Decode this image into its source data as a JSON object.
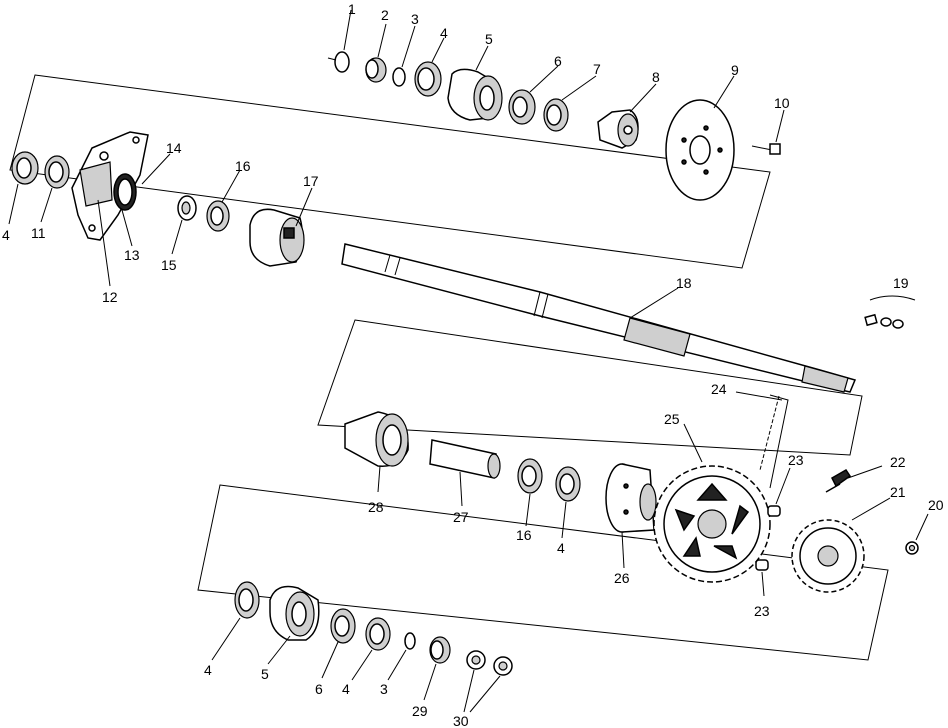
{
  "callouts": [
    {
      "id": "c1",
      "text": "1"
    },
    {
      "id": "c2",
      "text": "2"
    },
    {
      "id": "c3a",
      "text": "3"
    },
    {
      "id": "c4a",
      "text": "4"
    },
    {
      "id": "c5a",
      "text": "5"
    },
    {
      "id": "c6a",
      "text": "6"
    },
    {
      "id": "c7",
      "text": "7"
    },
    {
      "id": "c8",
      "text": "8"
    },
    {
      "id": "c9",
      "text": "9"
    },
    {
      "id": "c10",
      "text": "10"
    },
    {
      "id": "c4b",
      "text": "4"
    },
    {
      "id": "c11",
      "text": "11"
    },
    {
      "id": "c12",
      "text": "12"
    },
    {
      "id": "c13",
      "text": "13"
    },
    {
      "id": "c14",
      "text": "14"
    },
    {
      "id": "c15",
      "text": "15"
    },
    {
      "id": "c16a",
      "text": "16"
    },
    {
      "id": "c17",
      "text": "17"
    },
    {
      "id": "c18",
      "text": "18"
    },
    {
      "id": "c19",
      "text": "19"
    },
    {
      "id": "c24",
      "text": "24"
    },
    {
      "id": "c25",
      "text": "25"
    },
    {
      "id": "c23a",
      "text": "23"
    },
    {
      "id": "c22",
      "text": "22"
    },
    {
      "id": "c21",
      "text": "21"
    },
    {
      "id": "c20",
      "text": "20"
    },
    {
      "id": "c28",
      "text": "28"
    },
    {
      "id": "c27",
      "text": "27"
    },
    {
      "id": "c16b",
      "text": "16"
    },
    {
      "id": "c4c",
      "text": "4"
    },
    {
      "id": "c26",
      "text": "26"
    },
    {
      "id": "c23b",
      "text": "23"
    },
    {
      "id": "c4d",
      "text": "4"
    },
    {
      "id": "c5b",
      "text": "5"
    },
    {
      "id": "c6b",
      "text": "6"
    },
    {
      "id": "c4e",
      "text": "4"
    },
    {
      "id": "c3b",
      "text": "3"
    },
    {
      "id": "c29",
      "text": "29"
    },
    {
      "id": "c30",
      "text": "30"
    }
  ]
}
